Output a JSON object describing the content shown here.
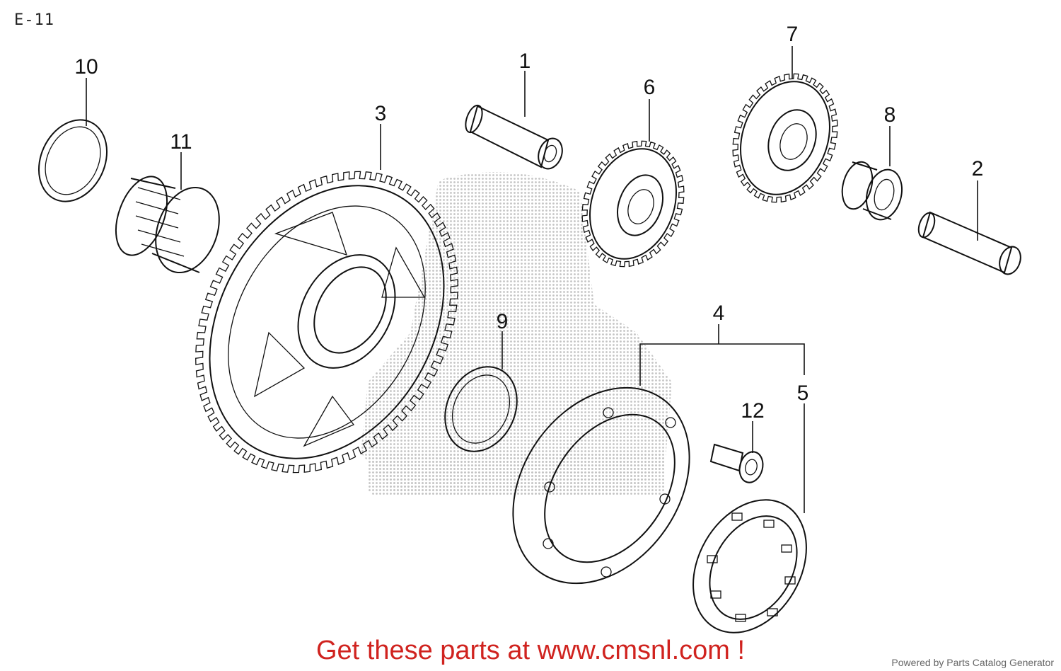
{
  "page": {
    "code": "E-11"
  },
  "callouts": {
    "c1": "1",
    "c2": "2",
    "c3": "3",
    "c4": "4",
    "c5": "5",
    "c6": "6",
    "c7": "7",
    "c8": "8",
    "c9": "9",
    "c10": "10",
    "c11": "11",
    "c12": "12"
  },
  "footer": {
    "cta": "Get these parts at www.cmsnl.com !",
    "powered_by": "Powered by Parts Catalog Generator"
  },
  "colors": {
    "cta": "#d0231f",
    "ink": "#111111",
    "watermark": "#bdbdbd"
  }
}
